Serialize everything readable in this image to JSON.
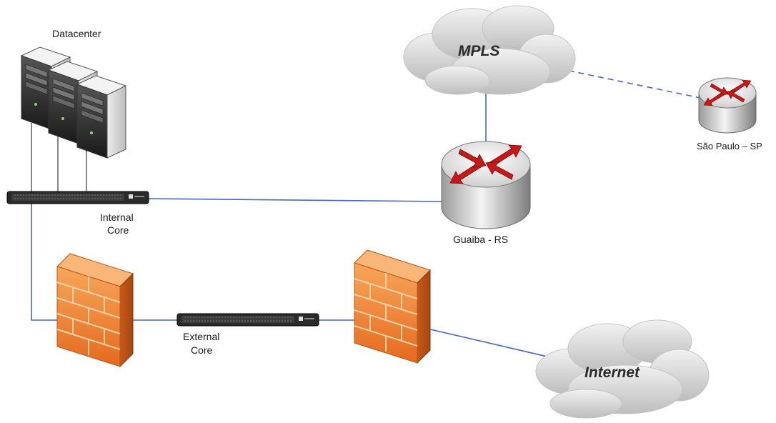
{
  "nodes": {
    "datacenter": {
      "label": "Datacenter"
    },
    "internal_core": {
      "label_line1": "Internal",
      "label_line2": "Core"
    },
    "external_core": {
      "label_line1": "External",
      "label_line2": "Core"
    },
    "guaiba": {
      "label": "Guaiba - RS"
    },
    "sao_paulo": {
      "label": "São Paulo – SP"
    },
    "mpls": {
      "label": "MPLS"
    },
    "internet": {
      "label": "Internet"
    }
  },
  "colors": {
    "link": "#4a64c8",
    "firewall": "#f08a3c",
    "router_arrow": "#c81818",
    "cloud": "#d6d6d6",
    "switch": "#222222"
  }
}
